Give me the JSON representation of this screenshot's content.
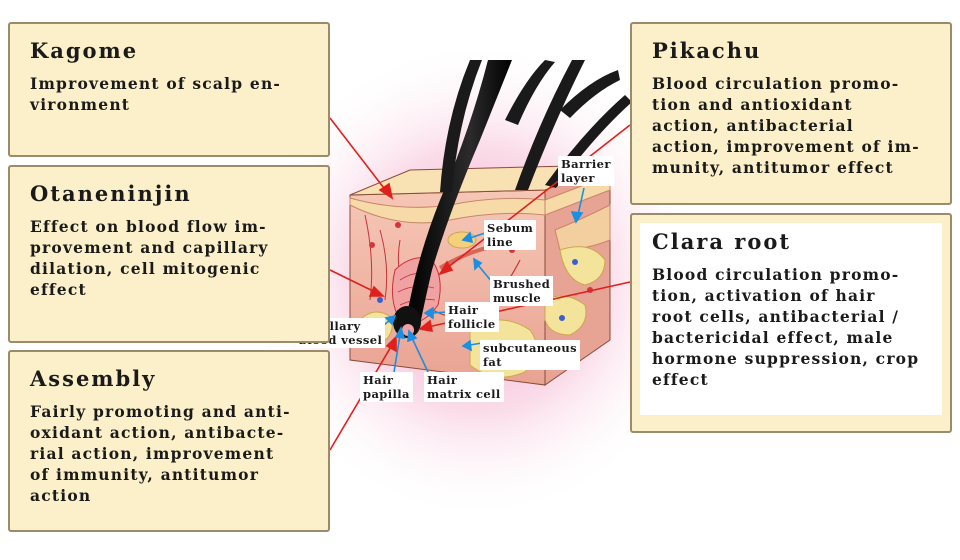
{
  "boxes": {
    "kagome": {
      "title": "Kagome",
      "desc": "Improvement of scalp en-\nvironment"
    },
    "otaneninjin": {
      "title": "Otaneninjin",
      "desc": "Effect on blood flow im-\nprovement and capillary\ndilation, cell mitogenic\neffect"
    },
    "assembly": {
      "title": "Assembly",
      "desc": "Fairly promoting and anti-\noxidant action, antibacte-\nrial action, improvement\nof immunity, antitumor\naction"
    },
    "pikachu": {
      "title": "Pikachu",
      "desc": "Blood circulation promo-\ntion and antioxidant\naction, antibacterial\naction, improvement of im-\nmunity, antitumor effect"
    },
    "clara": {
      "title": "Clara root",
      "desc": "Blood circulation promo-\ntion, activation of hair\nroot cells, antibacterial /\nbactericidal effect, male\nhormone suppression, crop\neffect"
    }
  },
  "labels": {
    "barrier": "Barrier\nlayer",
    "sebum": "Sebum\nline",
    "brushed": "Brushed\nmuscle",
    "follicle": "Hair\nfollicle",
    "capillary": "Capillary\nblood vessel",
    "subcutaneous": "subcutaneous\nfat",
    "papilla": "Hair\npapilla",
    "matrix": "Hair\nmatrix cell"
  },
  "colors": {
    "box_bg": "#fbf0c9",
    "box_border": "#9a8c6a",
    "pointer_red": "#e0201c",
    "pointer_blue": "#1b8fe0",
    "skin": "#f2b8a8",
    "hair": "#111111"
  }
}
